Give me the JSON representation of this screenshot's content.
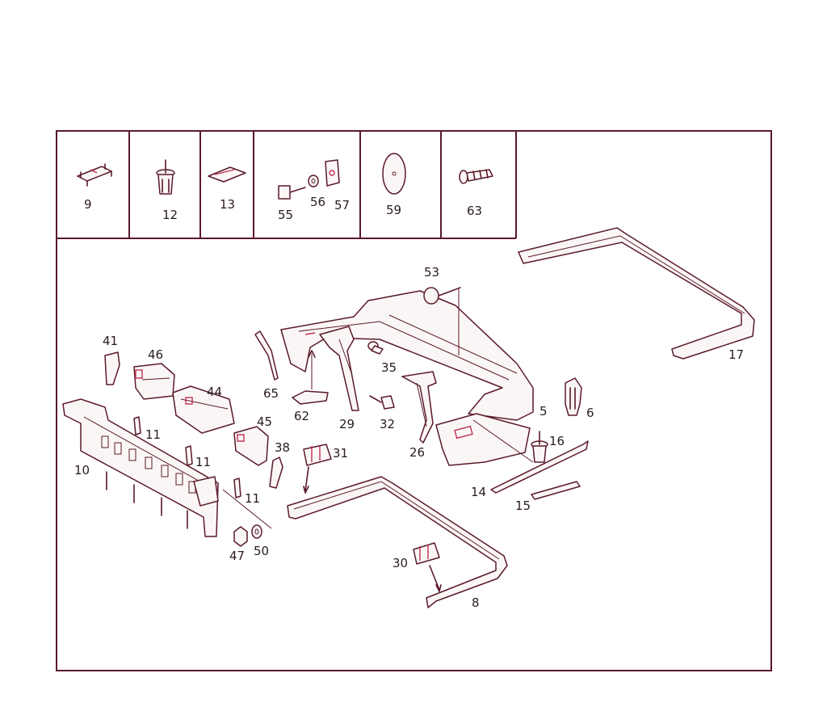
{
  "diagram": {
    "border_color": "#5a1a2a",
    "labels": {
      "l9": "9",
      "l12": "12",
      "l13": "13",
      "l55": "55",
      "l56": "56",
      "l57": "57",
      "l59": "59",
      "l63": "63",
      "l53": "53",
      "l17": "17",
      "l41": "41",
      "l46": "46",
      "l65": "65",
      "l35": "35",
      "l44": "44",
      "l62": "62",
      "l29": "29",
      "l32": "32",
      "l5": "5",
      "l6": "6",
      "l11a": "11",
      "l45": "45",
      "l16": "16",
      "l38": "38",
      "l31": "31",
      "l26": "26",
      "l10": "10",
      "l11b": "11",
      "l11c": "11",
      "l14": "14",
      "l15": "15",
      "l47": "47",
      "l50": "50",
      "l30": "30",
      "l8": "8"
    }
  }
}
